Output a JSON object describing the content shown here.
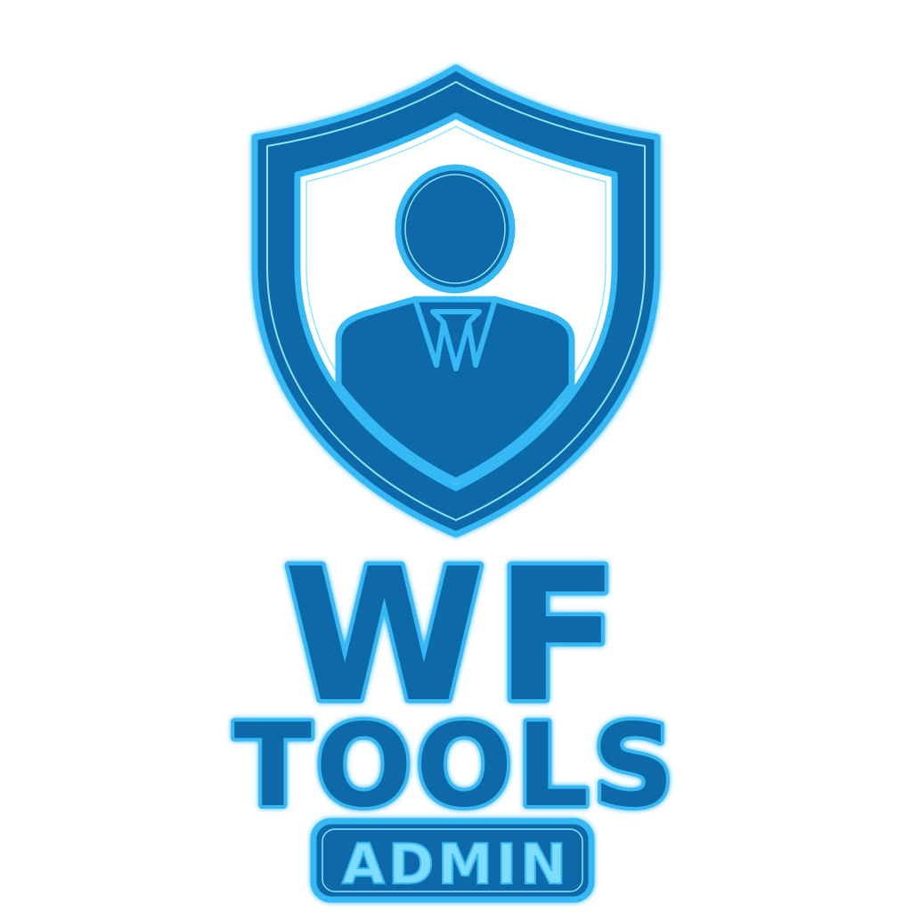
{
  "logo": {
    "line1": "WF",
    "line2": "TOOLS",
    "badge": "ADMIN",
    "icon": "shield-user-icon"
  },
  "colors": {
    "background": "#ffffff",
    "primary": "#0869a8",
    "glow": "#36b9f4",
    "highlight": "#8fe4ff",
    "badge_text": "#7edcff"
  }
}
